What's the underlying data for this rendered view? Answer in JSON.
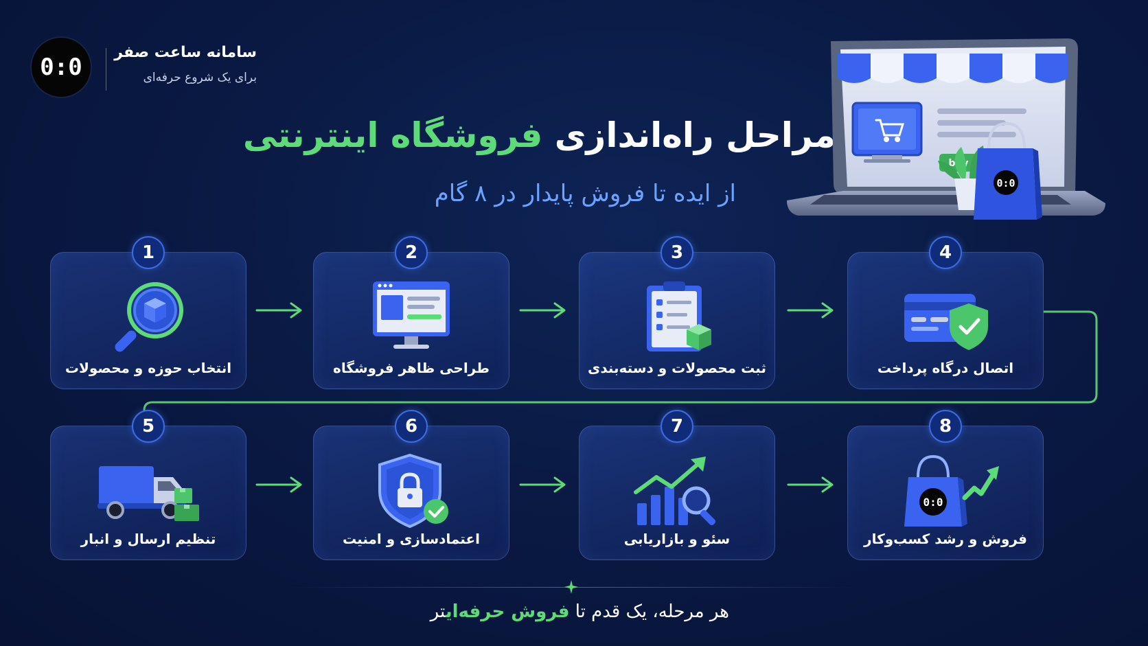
{
  "brand": {
    "logo_text": "0:0",
    "name": "سامانه ساعت صفر",
    "tagline": "برای یک شروع حرفه‌ای"
  },
  "header": {
    "title_part1": "مراحل راه‌اندازی ",
    "title_highlight": "فروشگاه اینترنتی",
    "subtitle": "از ایده تا فروش پایدار در ۸ گام"
  },
  "hero": {
    "buy_label": "buy",
    "bag_logo": "0:0"
  },
  "steps": [
    {
      "number": "1",
      "label": "انتخاب حوزه و محصولات",
      "icon": "magnifier-box-icon"
    },
    {
      "number": "2",
      "label": "طراحی ظاهر فروشگاه",
      "icon": "monitor-design-icon"
    },
    {
      "number": "3",
      "label": "ثبت محصولات و دسته‌بندی",
      "icon": "clipboard-list-icon"
    },
    {
      "number": "4",
      "label": "اتصال درگاه پرداخت",
      "icon": "card-shield-icon"
    },
    {
      "number": "5",
      "label": "تنظیم ارسال و انبار",
      "icon": "truck-icon"
    },
    {
      "number": "6",
      "label": "اعتمادسازی و امنیت",
      "icon": "shield-lock-icon"
    },
    {
      "number": "7",
      "label": "سئو و بازاریابی",
      "icon": "growth-chart-icon"
    },
    {
      "number": "8",
      "label": "فروش و رشد کسب‌وکار",
      "icon": "shopping-bag-icon"
    }
  ],
  "step8_bag_logo": "0:0",
  "footer": {
    "text_part1": "هر مرحله، یک قدم تا ",
    "text_highlight": "فروش حرفه‌ای",
    "text_part2": "تر"
  },
  "colors": {
    "background": "#0a1a44",
    "accent_green": "#5ddb78",
    "accent_blue": "#6ba3ff",
    "card_border": "#4a6fd0",
    "icon_blue": "#3a64f0"
  }
}
